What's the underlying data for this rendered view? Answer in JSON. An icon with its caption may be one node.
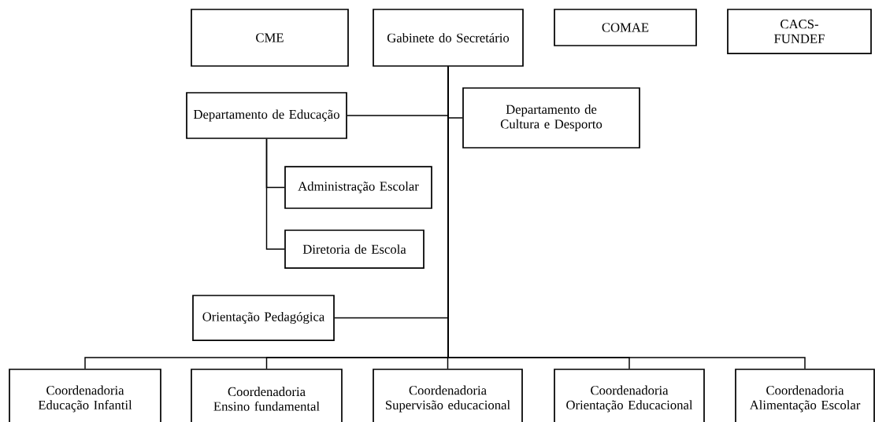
{
  "diagram": {
    "nodes": [
      {
        "text": [
          "CME"
        ]
      },
      {
        "text": [
          "Gabinete do Secretário"
        ]
      },
      {
        "text": [
          "COMAE"
        ]
      },
      {
        "text": [
          "CACS-FUNDEF"
        ]
      },
      {
        "text": [
          "Departamento de Educação"
        ]
      },
      {
        "text": [
          "Departamento de Cultura e Desporto"
        ]
      },
      {
        "text": [
          "Administração Escolar"
        ]
      },
      {
        "text": [
          "Diretoria de Escola"
        ]
      },
      {
        "text": [
          "Orientação Pedagógica"
        ]
      },
      {
        "text": [
          "Coordenadoria Educação Infantil"
        ]
      },
      {
        "text": [
          "Coordenadoria Ensino fundamental"
        ]
      },
      {
        "text": [
          "Coordenadoria Supervisão educacional"
        ]
      },
      {
        "text": [
          "Coordenadoria Orientação Educacional"
        ]
      },
      {
        "text": [
          "Coordenadoria Alimentação Escolar"
        ]
      }
    ],
    "edges": [
      {
        "from": 1,
        "to": 4,
        "arrow": "none"
      },
      {
        "from": 1,
        "to": 5,
        "arrow": "none"
      },
      {
        "from": 4,
        "to": 6,
        "arrow": "none"
      },
      {
        "from": 4,
        "to": 7,
        "arrow": "none"
      },
      {
        "from": 1,
        "to": 8,
        "arrow": "none"
      },
      {
        "from": 1,
        "to": 9,
        "arrow": "none"
      },
      {
        "from": 1,
        "to": 10,
        "arrow": "none"
      },
      {
        "from": 1,
        "to": 11,
        "arrow": "none"
      },
      {
        "from": 1,
        "to": 12,
        "arrow": "none"
      },
      {
        "from": 1,
        "to": 13,
        "arrow": "none"
      }
    ]
  }
}
